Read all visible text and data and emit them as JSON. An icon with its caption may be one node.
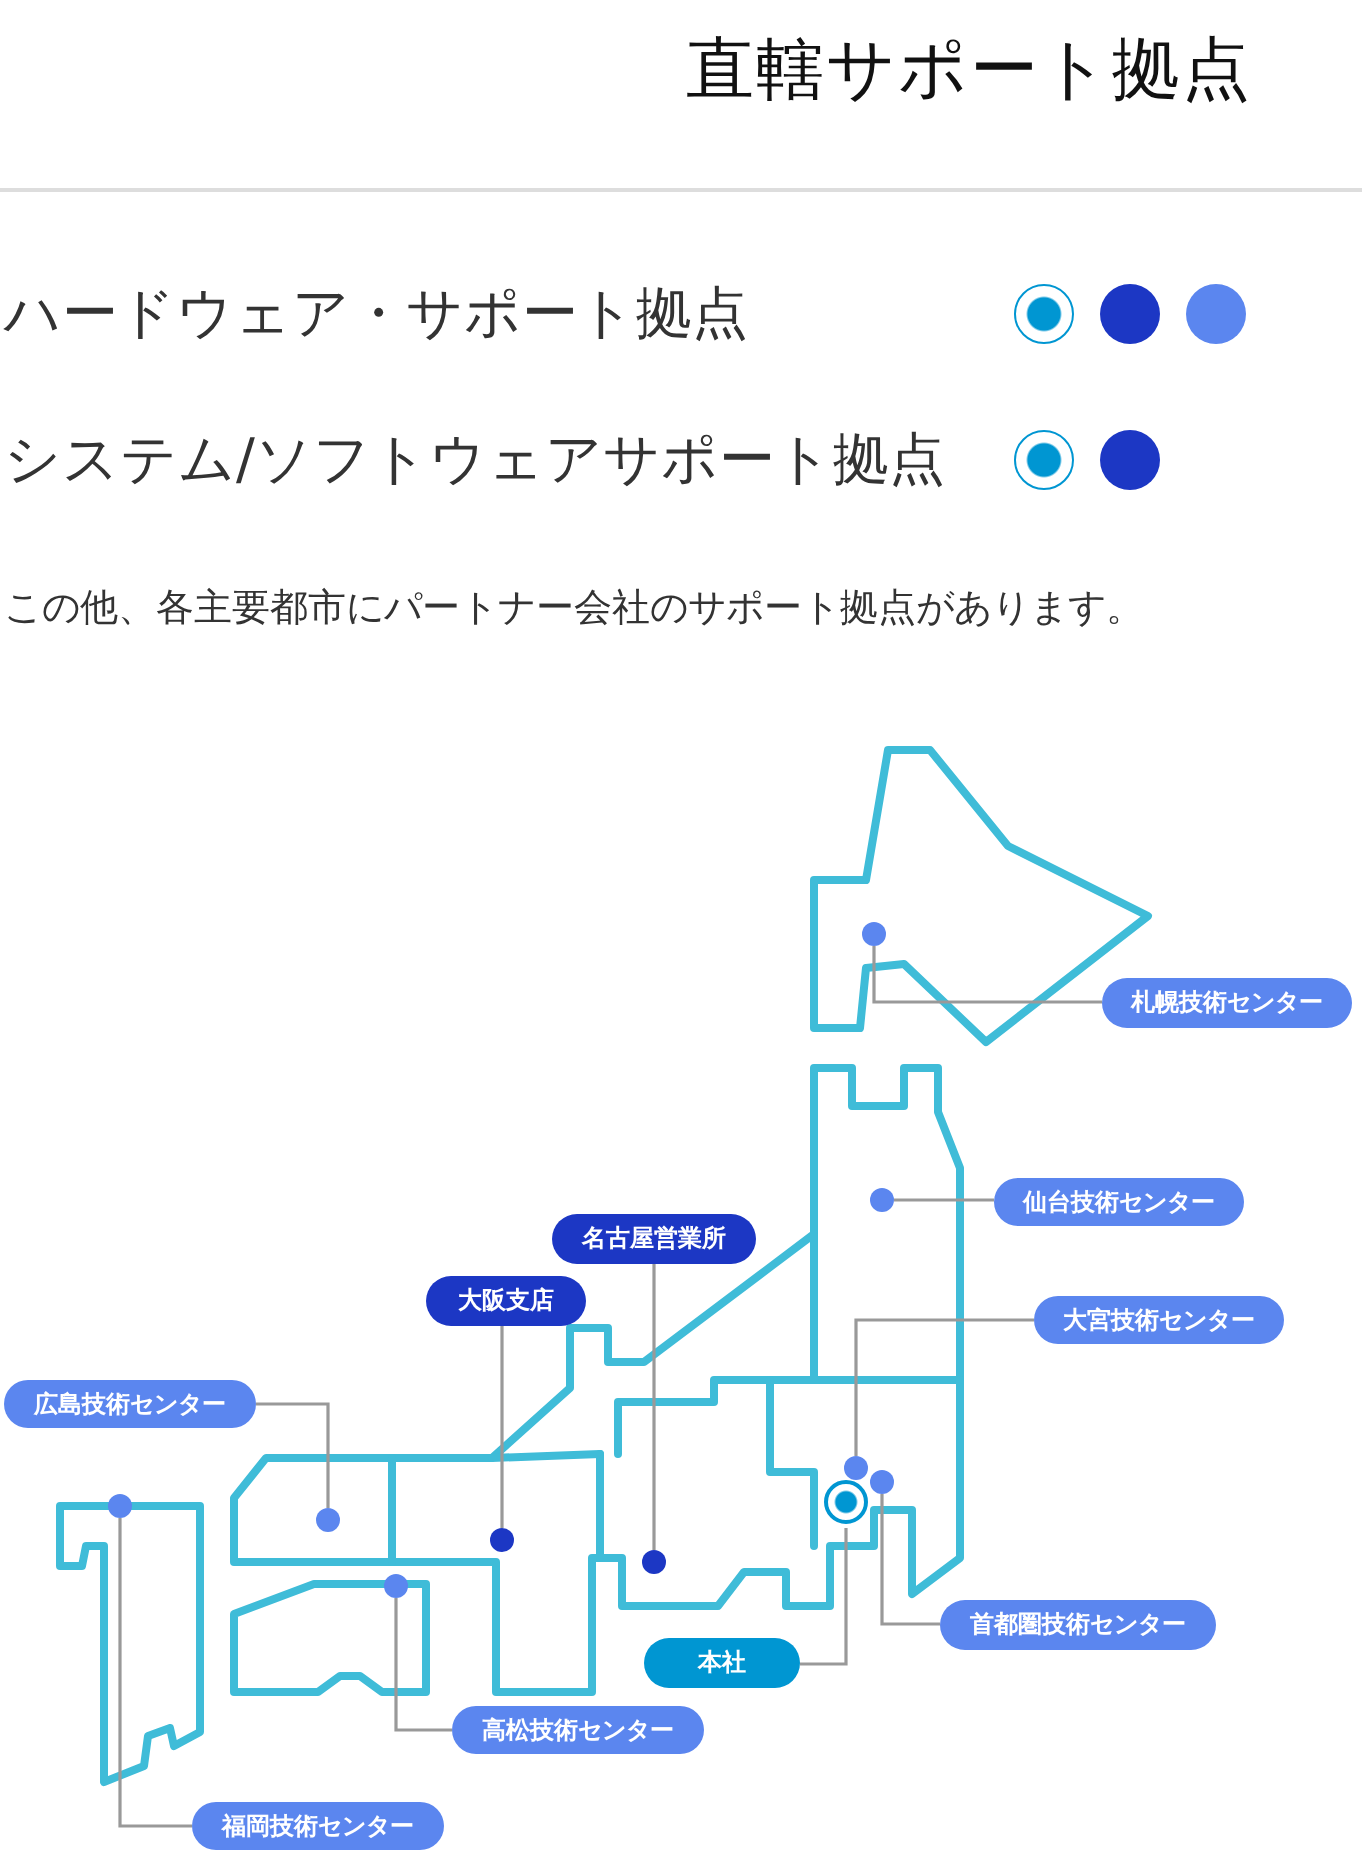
{
  "diagram": {
    "title": "直轄サポート拠点",
    "nodes": [
      {
        "text": [
          "札幌技術センター"
        ]
      },
      {
        "text": [
          "仙台技術センター"
        ]
      },
      {
        "text": [
          "名古屋営業所"
        ]
      },
      {
        "text": [
          "大阪支店"
        ]
      },
      {
        "text": [
          "大宮技術センター"
        ]
      },
      {
        "text": [
          "広島技術センター"
        ]
      },
      {
        "text": [
          "首都圏技術センター"
        ]
      },
      {
        "text": [
          "本社"
        ]
      },
      {
        "text": [
          "高松技術センター"
        ]
      },
      {
        "text": [
          "福岡技術センター"
        ]
      },
      {
        "text": [],
        "shape": "circle"
      },
      {
        "text": [],
        "shape": "circle"
      },
      {
        "text": [],
        "shape": "circle"
      },
      {
        "text": [],
        "shape": "circle"
      },
      {
        "text": [],
        "shape": "circle"
      },
      {
        "text": [],
        "shape": "circle"
      },
      {
        "text": [],
        "shape": "circle"
      },
      {
        "text": [],
        "shape": "circle"
      },
      {
        "text": [],
        "shape": "circle"
      },
      {
        "text": [],
        "shape": "circle"
      }
    ],
    "edges": [
      {
        "from": 0,
        "to": 10,
        "arrow": "none"
      },
      {
        "from": 1,
        "to": 11,
        "arrow": "none"
      },
      {
        "from": 2,
        "to": 18,
        "arrow": "none"
      },
      {
        "from": 3,
        "to": 17,
        "arrow": "none"
      },
      {
        "from": 4,
        "to": 12,
        "arrow": "none"
      },
      {
        "from": 5,
        "to": 16,
        "arrow": "none"
      },
      {
        "from": 6,
        "to": 13,
        "arrow": "none"
      },
      {
        "from": 7,
        "to": 14,
        "arrow": "none"
      },
      {
        "from": 8,
        "to": 19,
        "arrow": "none"
      },
      {
        "from": 9,
        "to": 15,
        "arrow": "none"
      }
    ],
    "labels": [
      "この他、各主要都市にパートナー会社のサポート拠点があります。"
    ],
    "legend": [
      {
        "text": "ハードウェア・サポート拠点"
      },
      {
        "text": "システム/ソフトウェアサポート拠点"
      }
    ]
  }
}
